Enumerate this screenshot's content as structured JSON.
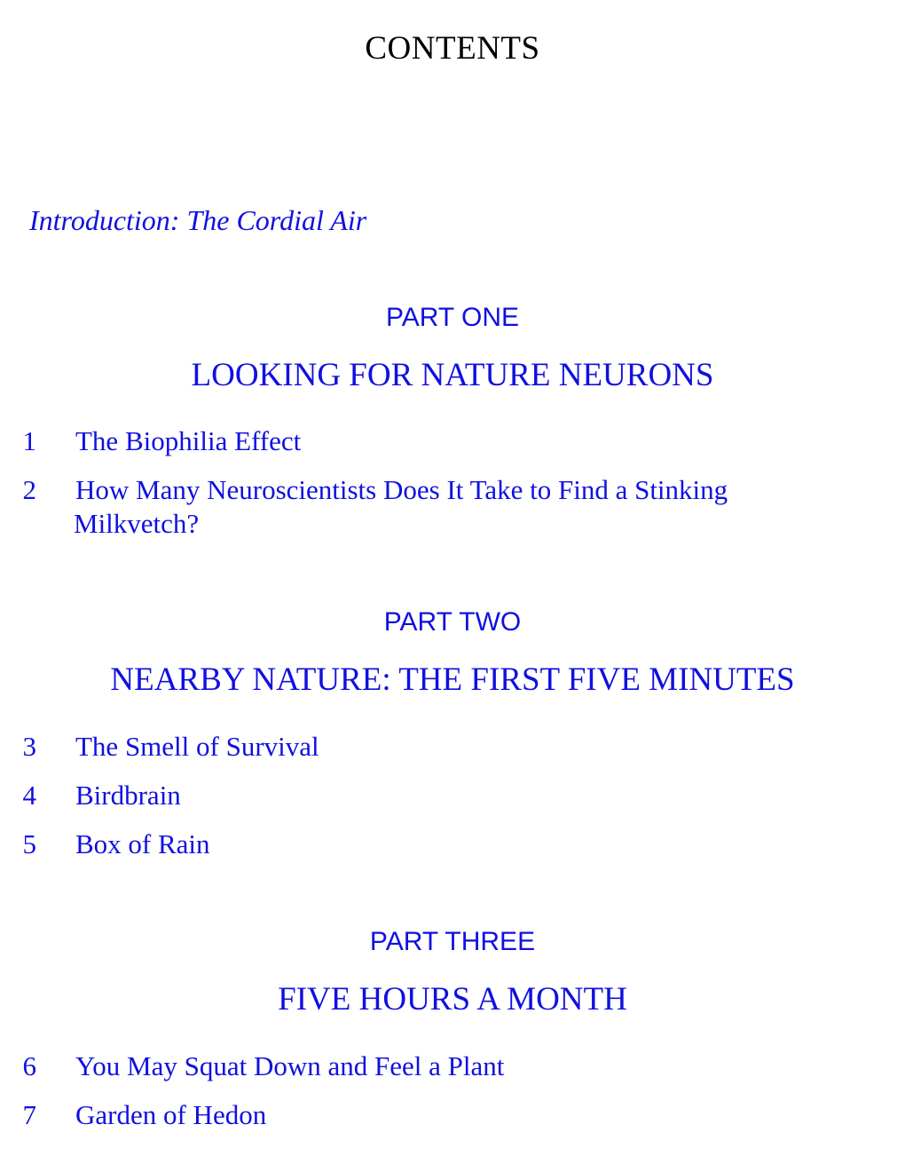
{
  "heading": "CONTENTS",
  "introduction": "Introduction: The Cordial Air",
  "parts": [
    {
      "label": "PART ONE",
      "title": "LOOKING FOR NATURE NEURONS",
      "chapters": [
        {
          "number": "1.",
          "title": "The Biophilia Effect"
        },
        {
          "number": "2.",
          "title": "How Many Neuroscientists Does It Take to Find a Stinking",
          "title_cont": "Milkvetch?"
        }
      ]
    },
    {
      "label": "PART TWO",
      "title": "NEARBY NATURE: THE FIRST FIVE MINUTES",
      "chapters": [
        {
          "number": "3.",
          "title": "The Smell of Survival"
        },
        {
          "number": "4.",
          "title": "Birdbrain"
        },
        {
          "number": "5.",
          "title": "Box of Rain"
        }
      ]
    },
    {
      "label": "PART THREE",
      "title": "FIVE HOURS A MONTH",
      "chapters": [
        {
          "number": "6.",
          "title": "You May Squat Down and Feel a Plant"
        },
        {
          "number": "7.",
          "title": "Garden of Hedon"
        }
      ]
    }
  ],
  "colors": {
    "link": "#1010e0",
    "text": "#000000",
    "background": "#ffffff"
  }
}
